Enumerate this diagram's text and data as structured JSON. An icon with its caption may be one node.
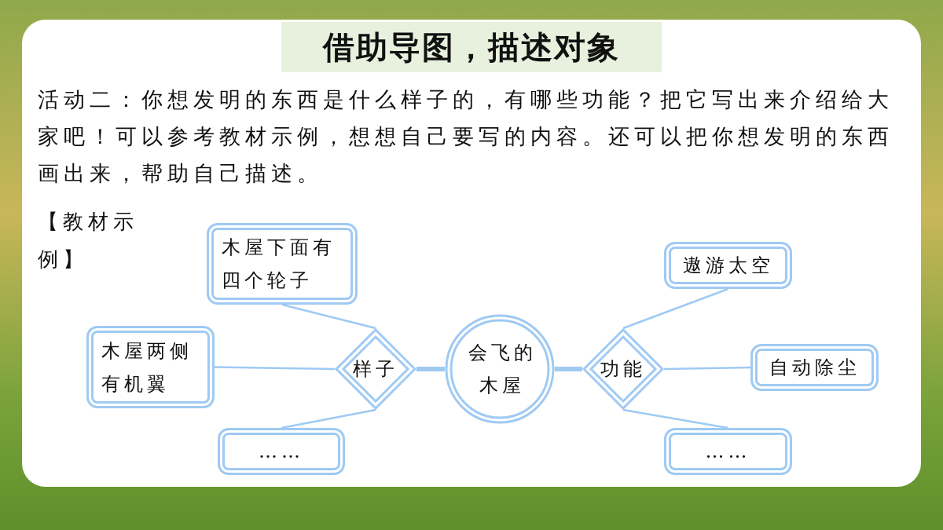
{
  "diagram": {
    "title": "借助导图，描述对象",
    "nodes": [
      {
        "text": [
          "木屋下面有四个轮子"
        ]
      },
      {
        "text": [
          "木屋两侧有机翼"
        ]
      },
      {
        "text": [
          "……"
        ]
      },
      {
        "text": [
          "样子"
        ]
      },
      {
        "text": [
          "会飞的木屋"
        ]
      },
      {
        "text": [
          "功能"
        ]
      },
      {
        "text": [
          "遨游太空"
        ]
      },
      {
        "text": [
          "自动除尘"
        ]
      },
      {
        "text": [
          "……"
        ]
      }
    ],
    "edges": [
      {
        "from": 0,
        "to": 3,
        "arrow": "none"
      },
      {
        "from": 1,
        "to": 3,
        "arrow": "none"
      },
      {
        "from": 2,
        "to": 3,
        "arrow": "none"
      },
      {
        "from": 3,
        "to": 4,
        "arrow": "none",
        "style": "thick"
      },
      {
        "from": 4,
        "to": 5,
        "arrow": "none",
        "style": "thick"
      },
      {
        "from": 5,
        "to": 6,
        "arrow": "none"
      },
      {
        "from": 5,
        "to": 7,
        "arrow": "none"
      },
      {
        "from": 5,
        "to": 8,
        "arrow": "none"
      }
    ],
    "labels": [
      "活动二：你想发明的东西是什么样子的，有哪些功能？把它写出来介绍给大家吧！可以参考教材示例，想想自己要写的内容。还可以把你想发明的东西画出来，帮助自己描述。",
      "【教材示例】"
    ]
  }
}
